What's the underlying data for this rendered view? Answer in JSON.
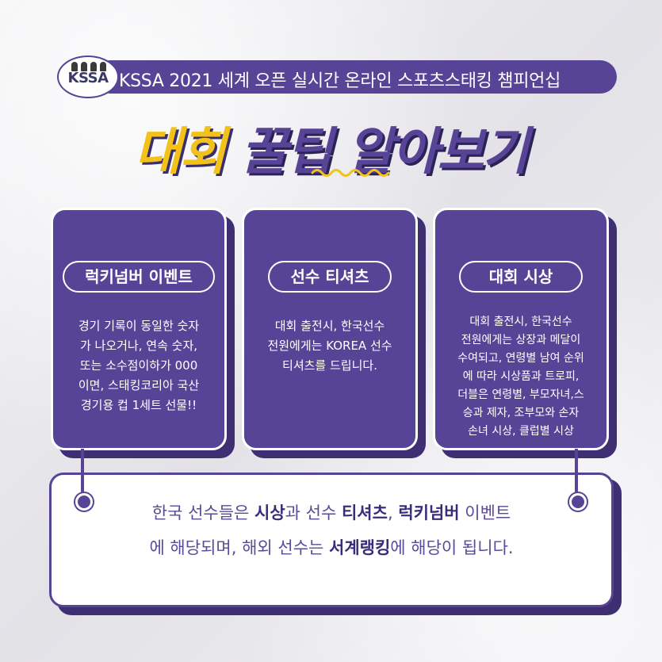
{
  "header": {
    "logo_text": "KSSA",
    "title": "KSSA 2021 세계 오픈 실시간 온라인 스포츠스태킹 챔피언십"
  },
  "title": {
    "part1": "대회",
    "part2": "꿀팁 알아보기"
  },
  "cards": [
    {
      "label": "럭키넘버 이벤트",
      "lines": [
        "경기 기록이 동일한 숫자",
        "가 나오거나, 연속 숫자,",
        "또는 소수점이하가 000",
        "이면, 스태킹코리아 국산",
        "경기용 컵 1세트 선물!!"
      ]
    },
    {
      "label": "선수 티셔츠",
      "lines": [
        "대회 출전시, 한국선수",
        "전원에게는  KOREA 선수",
        "티셔츠를 드립니다."
      ]
    },
    {
      "label": "대회 시상",
      "lines": [
        "대회 출전시, 한국선수",
        "전원에게는 상장과 메달이",
        "수여되고, 연령별 남여 순위",
        "에 따라 시상품과 트로피,",
        "더블은 연령별, 부모자녀,스",
        "승과 제자, 조부모와 손자",
        "손녀 시상, 클럽별 시상"
      ]
    }
  ],
  "summary": {
    "line1": [
      {
        "text": "한국 선수들은 ",
        "bold": false
      },
      {
        "text": "시상",
        "bold": true
      },
      {
        "text": "과 선수 ",
        "bold": false
      },
      {
        "text": "티셔츠",
        "bold": true
      },
      {
        "text": ", ",
        "bold": false
      },
      {
        "text": "럭키넘버",
        "bold": true
      },
      {
        "text": " 이벤트",
        "bold": false
      }
    ],
    "line2": [
      {
        "text": "에 해당되며, 해외 선수는 ",
        "bold": false
      },
      {
        "text": "서계랭킹",
        "bold": true
      },
      {
        "text": "에 해당이 됩니다.",
        "bold": false
      }
    ]
  },
  "colors": {
    "accent_purple": "#574497",
    "title_yellow": "#f2c21a"
  }
}
